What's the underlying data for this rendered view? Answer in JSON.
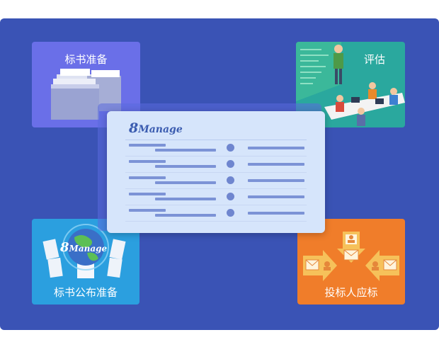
{
  "tiles": {
    "prep": {
      "label": "标书准备"
    },
    "eval": {
      "label": "评估"
    },
    "publish": {
      "label": "标书公布准备"
    },
    "bid": {
      "label": "投标人应标"
    }
  },
  "center": {
    "brand_prefix": "8",
    "brand_name": "Manage",
    "row_count": 5
  },
  "globe_badge": {
    "prefix": "8",
    "name": "Manage"
  },
  "colors": {
    "background": "#3a53b5",
    "prep_tile": "#6a6fe8",
    "eval_tile": "#2aa89e",
    "publish_tile": "#2b9fdf",
    "bid_tile": "#f07d2a",
    "card": "#d6e5fb"
  }
}
